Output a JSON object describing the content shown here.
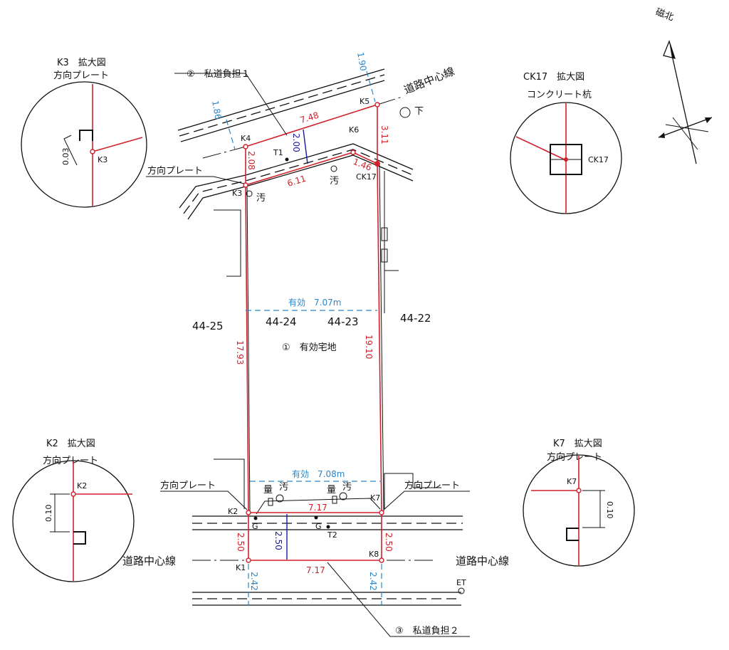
{
  "compass": {
    "label": "磁北"
  },
  "details": {
    "k3": {
      "title": "K3　拡大図",
      "subtitle": "方向プレート",
      "point": "K3",
      "dim": "0.03"
    },
    "ck17": {
      "title": "CK17　拡大図",
      "subtitle": "コンクリート杭",
      "point": "CK17"
    },
    "k2": {
      "title": "K2　拡大図",
      "subtitle": "方向プレート",
      "point": "K2",
      "dim": "0.10"
    },
    "k7": {
      "title": "K7　拡大図",
      "subtitle": "方向プレート",
      "point": "K7",
      "dim": "0.10"
    }
  },
  "callouts": {
    "private_road_1": "②　私道負担１",
    "private_road_2": "③　私道負担２",
    "plate_k3": "方向プレート",
    "plate_k2": "方向プレート",
    "plate_k7": "方向プレート",
    "road_center_top": "道路中心線",
    "road_center_left": "道路中心線",
    "road_center_right": "道路中心線",
    "effective_lot": "①　有効宅地"
  },
  "points": {
    "K1": "K1",
    "K2": "K2",
    "K3": "K3",
    "K4": "K4",
    "K5": "K5",
    "K6": "K6",
    "K7": "K7",
    "K8": "K8",
    "CK17": "CK17",
    "T1": "T1",
    "T2": "T2",
    "ET": "ET",
    "G1": "G",
    "G2": "G"
  },
  "symbols": {
    "sewer": "汚",
    "drain": "下",
    "meter": "量"
  },
  "lots": {
    "left": "44-25",
    "center_left": "44-24",
    "center_right": "44-23",
    "right": "44-22"
  },
  "dimensions": {
    "k4_k5": "7.48",
    "k3_k6": "6.11",
    "k6_ck17": "1.46",
    "k4_k3": "2.08",
    "k5_ck17": "3.11",
    "road_top_offset": "2.00",
    "top_left_center": "1.86",
    "top_right_center": "1.90",
    "width_top": "有効　7.07m",
    "width_bottom": "有効　7.08m",
    "left_side": "17.93",
    "right_side": "19.10",
    "k2_k7": "7.17",
    "k1_k8": "7.17",
    "k2_k1": "2.50",
    "k7_k8": "2.50",
    "road_bottom_offset": "2.50",
    "k1_lower": "2.42",
    "k8_lower": "2.42"
  },
  "colors": {
    "boundary": "#d0212b",
    "effective": "#2a86c8",
    "offset": "#1a1aa0"
  }
}
